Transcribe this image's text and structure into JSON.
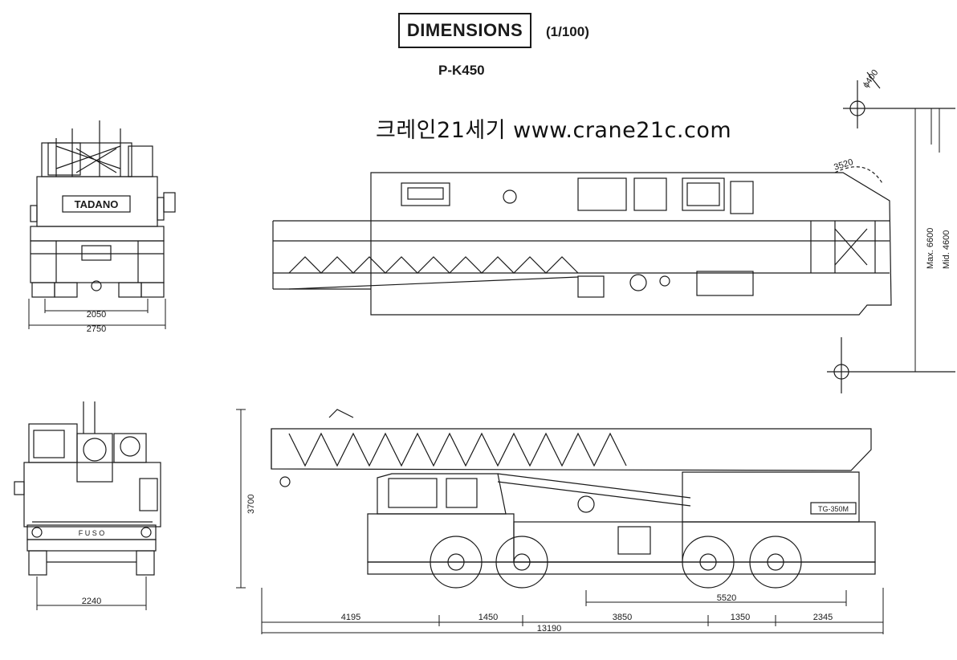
{
  "header": {
    "title": "DIMENSIONS",
    "scale": "(1/100)",
    "model": "P-K450",
    "watermark": "크레인21세기 www.crane21c.com"
  },
  "front_view": {
    "brand": "TADANO",
    "dim_inner": "2050",
    "dim_outer": "2750"
  },
  "rear_view": {
    "brand": "F U S O",
    "dim_width": "2240"
  },
  "top_view": {
    "dim_radius": "3520",
    "dim_diameter": "ϕ400",
    "dim_max": "Max. 6600",
    "dim_mid": "Mid. 4600"
  },
  "side_view": {
    "model_plate": "TG-350M",
    "dim_height": "3700",
    "dim_wheelbase": "5520",
    "dim_segments": [
      "4195",
      "1450",
      "3850",
      "1350",
      "2345"
    ],
    "dim_total": "13190"
  }
}
